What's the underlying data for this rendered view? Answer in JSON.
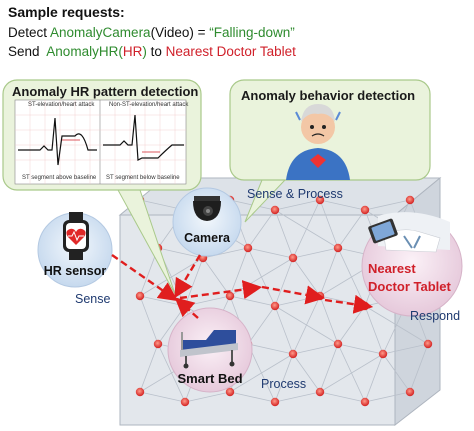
{
  "requests": {
    "title": "Sample requests:",
    "line1": {
      "verb": "Detect ",
      "func": "AnomalyCamera",
      "arg": "(Video)",
      "eq": " = ",
      "value": "“Falling-down”"
    },
    "line2": {
      "verb": "Send  ",
      "func": "AnomalyHR",
      "arg_open": "(",
      "arg": "HR",
      "arg_close": ")",
      "to": " to ",
      "target": "Nearest Doctor Tablet"
    }
  },
  "bubbles": {
    "hr_pattern": {
      "title": "Anomaly HR pattern detection",
      "ecg_left_top": "ST-elevation/heart attack",
      "ecg_right_top": "Non-ST-elevation/heart attack",
      "ecg_left_caption": "ST segment above baseline",
      "ecg_right_caption": "ST segment below baseline"
    },
    "behavior": {
      "title": "Anomaly behavior detection"
    }
  },
  "nodes": {
    "hr_sensor": "HR sensor",
    "camera": "Camera",
    "smart_bed": "Smart Bed",
    "doctor_line1": "Nearest",
    "doctor_line2": "Doctor Tablet"
  },
  "flow": {
    "sense_process": "Sense & Process",
    "sense": "Sense",
    "respond": "Respond",
    "process": "Process"
  },
  "colors": {
    "bubble_fill": "#eaf3dc",
    "bubble_stroke": "#a9c98a",
    "node_fill": "#d8e6f5",
    "node_red": "#e23b3b",
    "arrow": "#e01e1e",
    "mesh_box": "#c9ced6"
  },
  "icons": [
    "watch-icon",
    "camera-icon",
    "bed-icon",
    "doctor-icon",
    "elder-person-icon"
  ]
}
